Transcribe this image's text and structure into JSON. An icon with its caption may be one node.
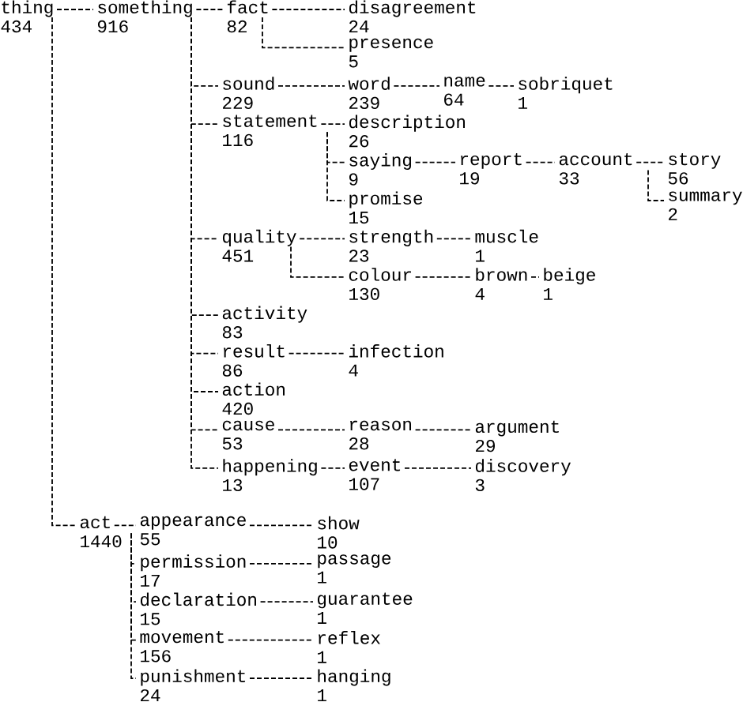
{
  "diagram": {
    "nodes": [
      {
        "text": [
          "thing",
          "434"
        ]
      },
      {
        "text": [
          "something",
          "916"
        ]
      },
      {
        "text": [
          "fact",
          "82"
        ]
      },
      {
        "text": [
          "disagreement",
          "24"
        ]
      },
      {
        "text": [
          "presence",
          "5"
        ]
      },
      {
        "text": [
          "sound",
          "229"
        ]
      },
      {
        "text": [
          "word",
          "239"
        ]
      },
      {
        "text": [
          "name",
          "64"
        ]
      },
      {
        "text": [
          "sobriquet",
          "1"
        ]
      },
      {
        "text": [
          "statement",
          "116"
        ]
      },
      {
        "text": [
          "description",
          "26"
        ]
      },
      {
        "text": [
          "saying",
          "9"
        ]
      },
      {
        "text": [
          "report",
          "19"
        ]
      },
      {
        "text": [
          "account",
          "33"
        ]
      },
      {
        "text": [
          "story",
          "56"
        ]
      },
      {
        "text": [
          "summary",
          "2"
        ]
      },
      {
        "text": [
          "promise",
          "15"
        ]
      },
      {
        "text": [
          "quality",
          "451"
        ]
      },
      {
        "text": [
          "strength",
          "23"
        ]
      },
      {
        "text": [
          "muscle",
          "1"
        ]
      },
      {
        "text": [
          "colour",
          "130"
        ]
      },
      {
        "text": [
          "brown",
          "4"
        ]
      },
      {
        "text": [
          "beige",
          "1"
        ]
      },
      {
        "text": [
          "activity",
          "83"
        ]
      },
      {
        "text": [
          "result",
          "86"
        ]
      },
      {
        "text": [
          "infection",
          "4"
        ]
      },
      {
        "text": [
          "action",
          "420"
        ]
      },
      {
        "text": [
          "cause",
          "53"
        ]
      },
      {
        "text": [
          "reason",
          "28"
        ]
      },
      {
        "text": [
          "argument",
          "29"
        ]
      },
      {
        "text": [
          "happening",
          "13"
        ]
      },
      {
        "text": [
          "event",
          "107"
        ]
      },
      {
        "text": [
          "discovery",
          "3"
        ]
      },
      {
        "text": [
          "act",
          "1440"
        ]
      },
      {
        "text": [
          "appearance",
          "55"
        ]
      },
      {
        "text": [
          "show",
          "10"
        ]
      },
      {
        "text": [
          "permission",
          "17"
        ]
      },
      {
        "text": [
          "passage",
          "1"
        ]
      },
      {
        "text": [
          "declaration",
          "15"
        ]
      },
      {
        "text": [
          "guarantee",
          "1"
        ]
      },
      {
        "text": [
          "movement",
          "156"
        ]
      },
      {
        "text": [
          "reflex",
          "1"
        ]
      },
      {
        "text": [
          "punishment",
          "24"
        ]
      },
      {
        "text": [
          "hanging",
          "1"
        ]
      }
    ],
    "edges": [
      {
        "from": 0,
        "to": 1,
        "arrow": "none",
        "style": "dashed"
      },
      {
        "from": 1,
        "to": 2,
        "arrow": "none",
        "style": "dashed"
      },
      {
        "from": 2,
        "to": 3,
        "arrow": "none",
        "style": "dashed"
      },
      {
        "from": 2,
        "to": 4,
        "arrow": "none",
        "style": "dashed"
      },
      {
        "from": 1,
        "to": 5,
        "arrow": "none",
        "style": "dashed"
      },
      {
        "from": 5,
        "to": 6,
        "arrow": "none",
        "style": "dashed"
      },
      {
        "from": 6,
        "to": 7,
        "arrow": "none",
        "style": "dashed"
      },
      {
        "from": 7,
        "to": 8,
        "arrow": "none",
        "style": "dashed"
      },
      {
        "from": 1,
        "to": 9,
        "arrow": "none",
        "style": "dashed"
      },
      {
        "from": 9,
        "to": 10,
        "arrow": "none",
        "style": "dashed"
      },
      {
        "from": 9,
        "to": 11,
        "arrow": "none",
        "style": "dashed"
      },
      {
        "from": 11,
        "to": 12,
        "arrow": "none",
        "style": "dashed"
      },
      {
        "from": 12,
        "to": 13,
        "arrow": "none",
        "style": "dashed"
      },
      {
        "from": 13,
        "to": 14,
        "arrow": "none",
        "style": "dashed"
      },
      {
        "from": 13,
        "to": 15,
        "arrow": "none",
        "style": "dashed"
      },
      {
        "from": 9,
        "to": 16,
        "arrow": "none",
        "style": "dashed"
      },
      {
        "from": 1,
        "to": 17,
        "arrow": "none",
        "style": "dashed"
      },
      {
        "from": 17,
        "to": 18,
        "arrow": "none",
        "style": "dashed"
      },
      {
        "from": 18,
        "to": 19,
        "arrow": "none",
        "style": "dashed"
      },
      {
        "from": 17,
        "to": 20,
        "arrow": "none",
        "style": "dashed"
      },
      {
        "from": 20,
        "to": 21,
        "arrow": "none",
        "style": "dashed"
      },
      {
        "from": 21,
        "to": 22,
        "arrow": "none",
        "style": "dashed"
      },
      {
        "from": 1,
        "to": 23,
        "arrow": "none",
        "style": "dashed"
      },
      {
        "from": 1,
        "to": 24,
        "arrow": "none",
        "style": "dashed"
      },
      {
        "from": 24,
        "to": 25,
        "arrow": "none",
        "style": "dashed"
      },
      {
        "from": 1,
        "to": 26,
        "arrow": "none",
        "style": "dashed"
      },
      {
        "from": 1,
        "to": 27,
        "arrow": "none",
        "style": "dashed"
      },
      {
        "from": 27,
        "to": 28,
        "arrow": "none",
        "style": "dashed"
      },
      {
        "from": 28,
        "to": 29,
        "arrow": "none",
        "style": "dashed"
      },
      {
        "from": 1,
        "to": 30,
        "arrow": "none",
        "style": "dashed"
      },
      {
        "from": 30,
        "to": 31,
        "arrow": "none",
        "style": "dashed"
      },
      {
        "from": 31,
        "to": 32,
        "arrow": "none",
        "style": "dashed"
      },
      {
        "from": 0,
        "to": 33,
        "arrow": "none",
        "style": "dashed"
      },
      {
        "from": 33,
        "to": 34,
        "arrow": "none",
        "style": "dashed"
      },
      {
        "from": 34,
        "to": 35,
        "arrow": "none",
        "style": "dashed"
      },
      {
        "from": 33,
        "to": 36,
        "arrow": "none",
        "style": "dashed"
      },
      {
        "from": 36,
        "to": 37,
        "arrow": "none",
        "style": "dashed"
      },
      {
        "from": 33,
        "to": 38,
        "arrow": "none",
        "style": "dashed"
      },
      {
        "from": 38,
        "to": 39,
        "arrow": "none",
        "style": "dashed"
      },
      {
        "from": 33,
        "to": 40,
        "arrow": "none",
        "style": "dashed"
      },
      {
        "from": 40,
        "to": 41,
        "arrow": "none",
        "style": "dashed"
      },
      {
        "from": 33,
        "to": 42,
        "arrow": "none",
        "style": "dashed"
      },
      {
        "from": 42,
        "to": 43,
        "arrow": "none",
        "style": "dashed"
      }
    ]
  }
}
